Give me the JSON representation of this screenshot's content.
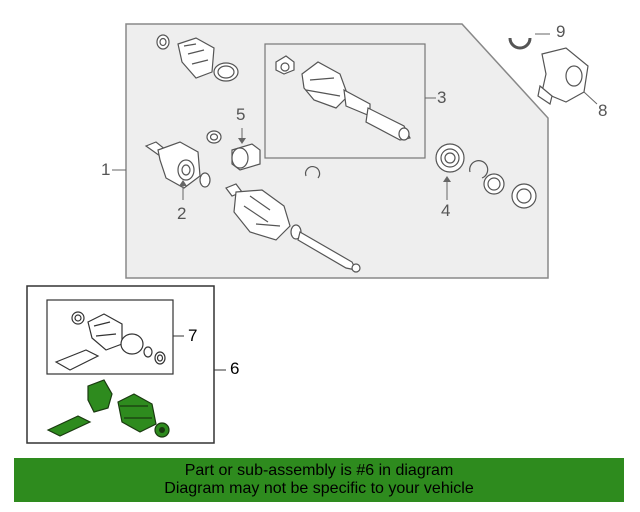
{
  "callouts": {
    "c1": "1",
    "c2": "2",
    "c3": "3",
    "c4": "4",
    "c5": "5",
    "c6": "6",
    "c7": "7",
    "c8": "8",
    "c9": "9"
  },
  "banner": {
    "line1": "Part or sub-assembly is #6 in diagram",
    "line2": "Diagram may not be specific to your vehicle"
  },
  "colors": {
    "banner_bg": "#2e8b1e",
    "highlight_part": "#2e8b1e",
    "panel_fill": "#eeeeee",
    "outline_gray": "#888888"
  }
}
